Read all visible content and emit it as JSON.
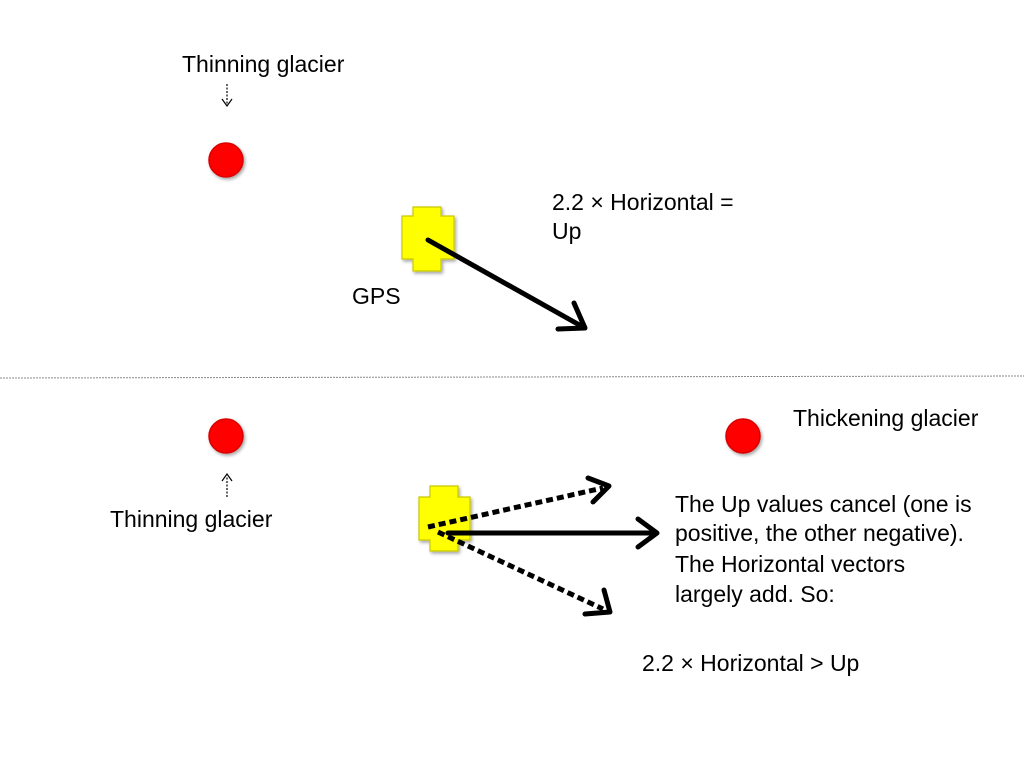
{
  "top_panel": {
    "glacier_label": "Thinning glacier",
    "gps_label": "GPS",
    "equation_line1": "2.2 × Horizontal =",
    "equation_line2": "Up"
  },
  "bottom_panel": {
    "left_glacier_label": "Thinning glacier",
    "right_glacier_label": "Thickening glacier",
    "explanation_lines": [
      "The Up values cancel (one is",
      "positive, the other negative).",
      "The Horizontal vectors",
      "largely add.  So:"
    ],
    "conclusion": "2.2 × Horizontal >  Up"
  },
  "colors": {
    "glacier_marker": "#ff0000",
    "glacier_marker_outline": "#d80000",
    "gps_marker": "#ffff00",
    "gps_marker_outline": "#c8c800",
    "arrow": "#000000",
    "divider": "#888888"
  }
}
